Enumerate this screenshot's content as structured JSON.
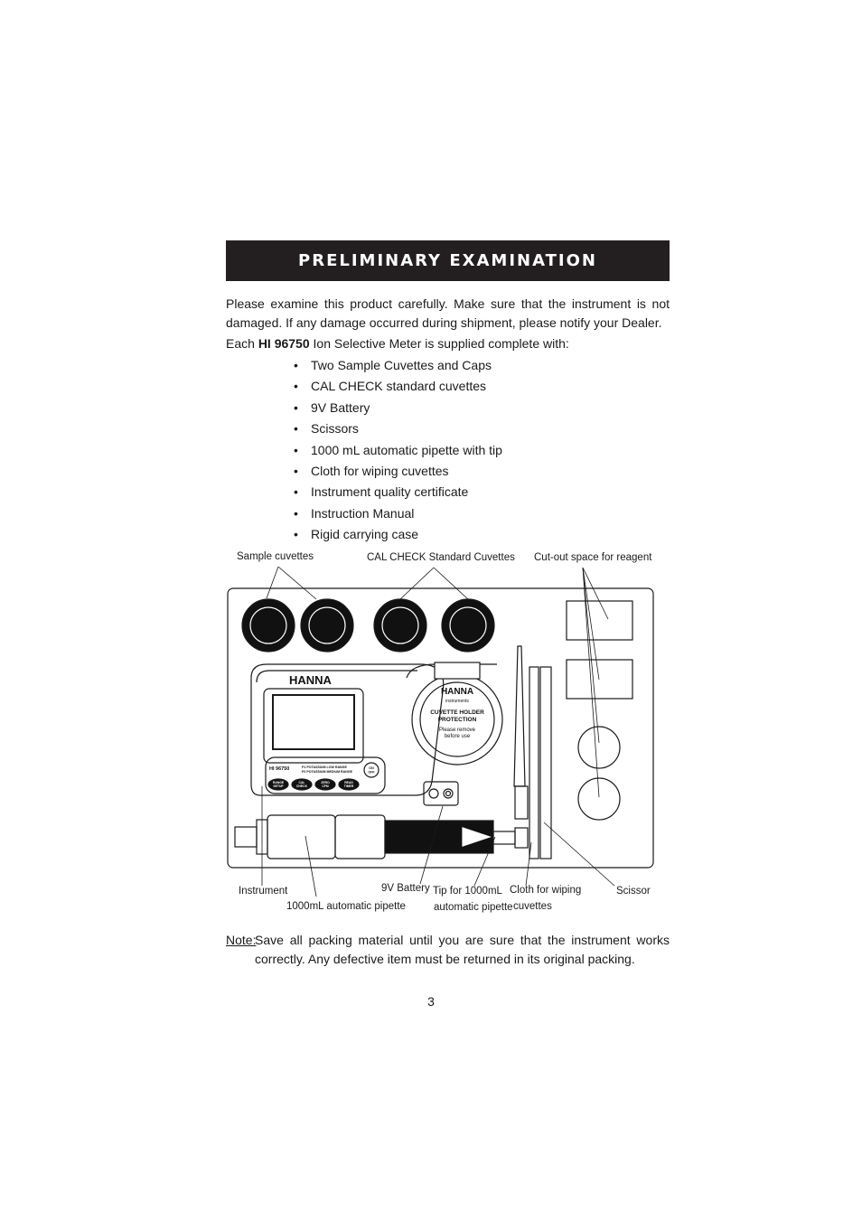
{
  "section": {
    "title": "PRELIMINARY EXAMINATION"
  },
  "intro": {
    "line1": "Please examine this product carefully. Make sure that the instrument is not damaged. If any damage occurred during shipment, please notify your Dealer.",
    "line2_prefix": "Each",
    "model": "HI 96750",
    "line2_suffix": "Ion Selective Meter is supplied complete with:"
  },
  "items": [
    "Two Sample Cuvettes and Caps",
    "CAL CHECK standard cuvettes",
    "9V Battery",
    "Scissors",
    "1000 mL automatic pipette with tip",
    "Cloth for wiping cuvettes",
    "Instrument quality certificate",
    "Instruction Manual",
    "Rigid carrying case"
  ],
  "figure": {
    "labels": {
      "sample_cuvettes": "Sample cuvettes",
      "cal_check": "CAL CHECK Standard Cuvettes",
      "cutout": "Cut-out space for reagent",
      "instrument": "Instrument",
      "pipette": "1000mL automatic pipette",
      "battery": "9V Battery",
      "tip_line1": "Tip for 1000mL",
      "tip_line2": "automatic pipette",
      "cloth_line1": "Cloth for wiping",
      "cloth_line2": "cuvettes",
      "scissor": "Scissor"
    },
    "meter": {
      "brand": "HANNA",
      "model": "HI 96750",
      "range_line1": "P1 POTASSIUM LOW RANGE",
      "range_line2": "P2 POTASSIUM MEDIUM RANGE",
      "buttons": [
        "RANGE SETUP",
        "CAL CHECK",
        "ZERO CFM",
        "READ TIMER"
      ],
      "onoff": "ON OFF"
    },
    "holder": {
      "brand": "HANNA",
      "brand_sub": "instruments",
      "line1": "CUVETTE HOLDER",
      "line2": "PROTECTION",
      "line3": "Please remove",
      "line4": "before use"
    }
  },
  "note": {
    "label": "Note:",
    "text": "Save all packing material until you are sure that the instrument works correctly. Any defective item must be returned in its original packing."
  },
  "page_number": "3"
}
